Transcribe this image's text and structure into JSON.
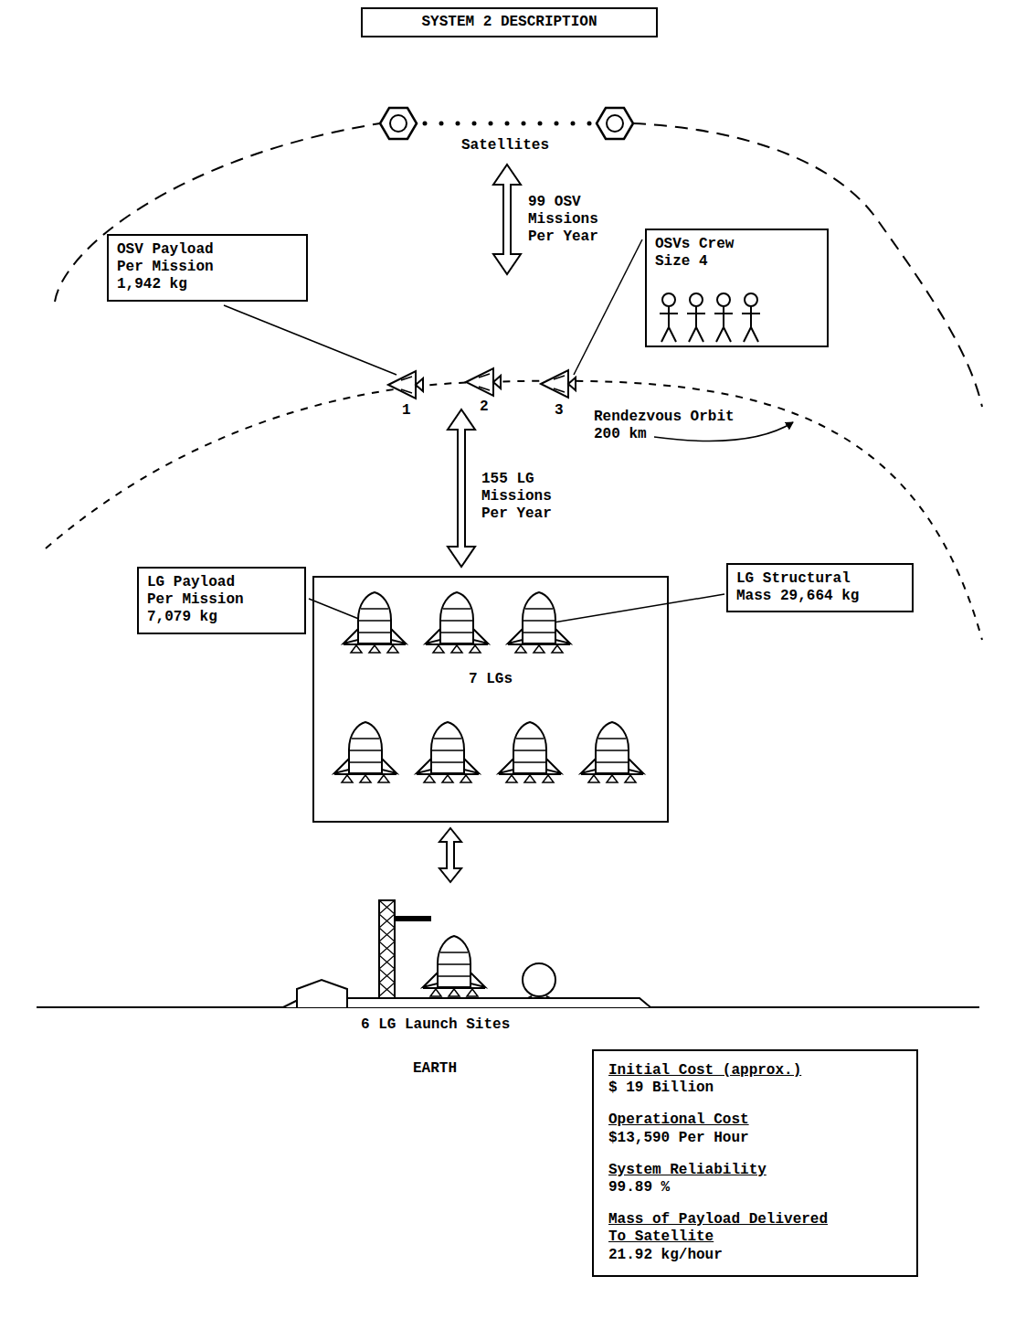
{
  "diagram": {
    "title": "SYSTEM 2 DESCRIPTION",
    "nodes": [
      {
        "text": [
          "OSV Payload Per Mission",
          "1,942 kg"
        ]
      },
      {
        "text": [
          "OSVs Crew Size 4"
        ]
      },
      {
        "text": [
          "LG Payload Per Mission",
          "7,079 kg"
        ]
      },
      {
        "text": [
          "LG Structural Mass 29,664 kg"
        ]
      },
      {
        "text": [
          "7 LGs"
        ]
      },
      {
        "text": [
          "Initial Cost (approx.)",
          "$ 19 Billion",
          "Operational Cost",
          "$13,590 Per Hour",
          "System Reliability",
          "99.89 %",
          "Mass of Payload Delivered To Satellite",
          "21.92 kg/hour"
        ]
      }
    ],
    "labels": [
      "Satellites",
      "99 OSV Missions Per Year",
      "1",
      "2",
      "3",
      "Rendezvous Orbit 200 km",
      "155 LG Missions Per Year",
      "6 LG Launch Sites",
      "EARTH"
    ]
  }
}
